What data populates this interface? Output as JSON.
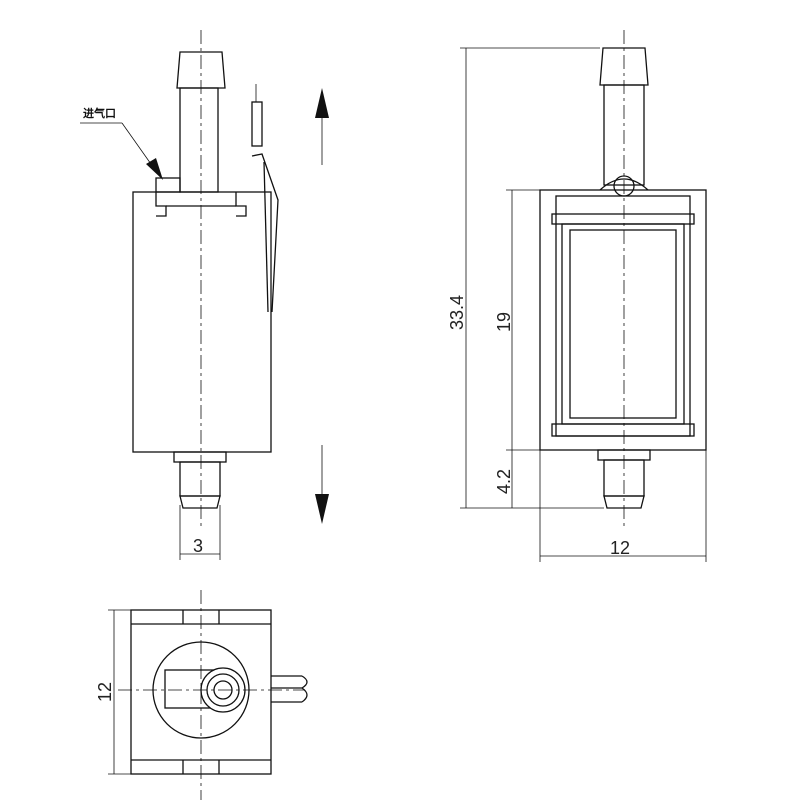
{
  "labels": {
    "inlet": "进气口"
  },
  "dimensions": {
    "total_height": "33.4",
    "body_height": "19",
    "base_height": "4.2",
    "width": "12",
    "outlet_width": "3",
    "top_view_width": "12"
  },
  "colors": {
    "line": "#111111",
    "background": "#ffffff"
  }
}
